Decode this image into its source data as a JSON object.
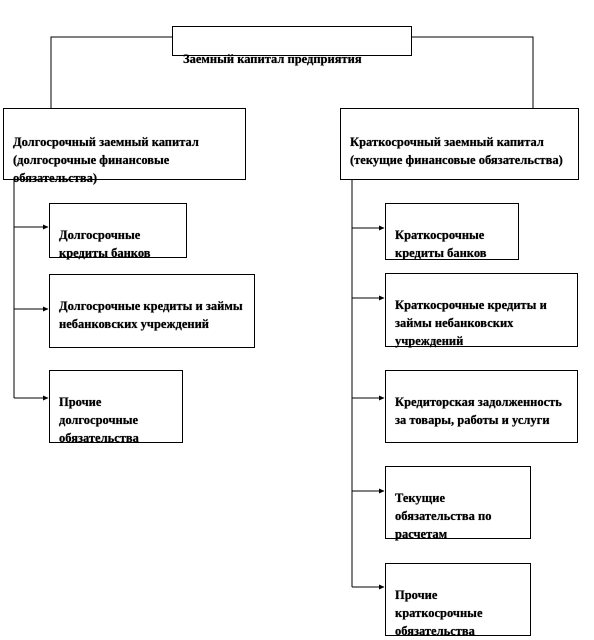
{
  "root": {
    "label": "Заемный капитал предприятия"
  },
  "long_term": {
    "label": "Долгосрочный заемный капитал (долгосрочные финансовые обязательства)",
    "children": [
      "Долгосрочные кредиты банков",
      "Долгосрочные кредиты и займы небанковских учреждений",
      "Прочие долгосрочные обязательства"
    ]
  },
  "short_term": {
    "label": "Краткосрочный заемный капитал (текущие  финансовые обязательства)",
    "children": [
      "Краткосрочные кредиты банков",
      "Краткосрочные кредиты и займы небанковских учреждений",
      "Кредиторская задолженность за товары, работы и услуги",
      "Текущие обязательства по расчетам",
      "Прочие краткосрочные обязательства"
    ]
  }
}
